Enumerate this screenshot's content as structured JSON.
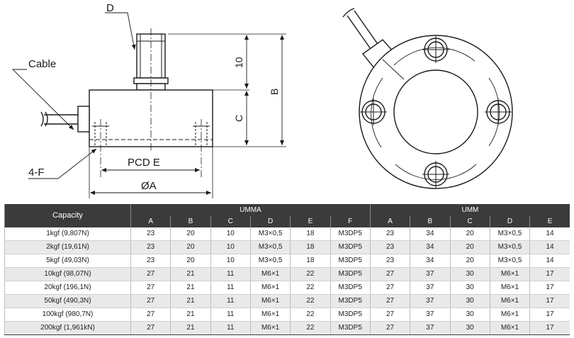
{
  "drawing": {
    "labels": {
      "d": "D",
      "cable": "Cable",
      "dim_10": "10",
      "dim_b": "B",
      "dim_c": "C",
      "pcd": "PCD E",
      "holes": "4-F",
      "dia": "ØA"
    }
  },
  "table": {
    "capacity_header": "Capacity",
    "groups": [
      "UMMA",
      "UMM"
    ],
    "umma_columns": [
      "A",
      "B",
      "C",
      "D",
      "E",
      "F"
    ],
    "umm_columns": [
      "A",
      "B",
      "C",
      "D",
      "E"
    ],
    "rows": [
      {
        "capacity": "1kgf (9,807N)",
        "umma": [
          "23",
          "20",
          "10",
          "M3×0,5",
          "18",
          "M3DP5"
        ],
        "umm": [
          "23",
          "34",
          "20",
          "M3×0,5",
          "14"
        ]
      },
      {
        "capacity": "2kgf (19,61N)",
        "umma": [
          "23",
          "20",
          "10",
          "M3×0,5",
          "18",
          "M3DP5"
        ],
        "umm": [
          "23",
          "34",
          "20",
          "M3×0,5",
          "14"
        ]
      },
      {
        "capacity": "5kgf (49,03N)",
        "umma": [
          "23",
          "20",
          "10",
          "M3×0,5",
          "18",
          "M3DP5"
        ],
        "umm": [
          "23",
          "34",
          "20",
          "M3×0,5",
          "14"
        ]
      },
      {
        "capacity": "10kgf (98,07N)",
        "umma": [
          "27",
          "21",
          "11",
          "M6×1",
          "22",
          "M3DP5"
        ],
        "umm": [
          "27",
          "37",
          "30",
          "M6×1",
          "17"
        ]
      },
      {
        "capacity": "20kgf (196,1N)",
        "umma": [
          "27",
          "21",
          "11",
          "M6×1",
          "22",
          "M3DP5"
        ],
        "umm": [
          "27",
          "37",
          "30",
          "M6×1",
          "17"
        ]
      },
      {
        "capacity": "50kgf (490,3N)",
        "umma": [
          "27",
          "21",
          "11",
          "M6×1",
          "22",
          "M3DP5"
        ],
        "umm": [
          "27",
          "37",
          "30",
          "M6×1",
          "17"
        ]
      },
      {
        "capacity": "100kgf (980,7N)",
        "umma": [
          "27",
          "21",
          "11",
          "M6×1",
          "22",
          "M3DP5"
        ],
        "umm": [
          "27",
          "37",
          "30",
          "M6×1",
          "17"
        ]
      },
      {
        "capacity": "200kgf (1,961kN)",
        "umma": [
          "27",
          "21",
          "11",
          "M6×1",
          "22",
          "M3DP5"
        ],
        "umm": [
          "27",
          "37",
          "30",
          "M6×1",
          "17"
        ]
      }
    ]
  }
}
